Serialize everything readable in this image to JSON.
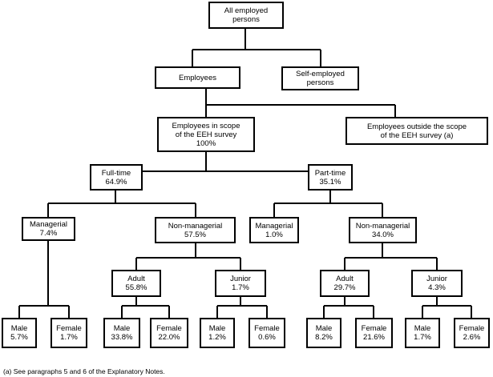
{
  "nodes": {
    "all_employed": "All employed\npersons",
    "employees": "Employees",
    "self_employed": "Self-employed\npersons",
    "in_scope": "Employees in scope\nof the EEH survey\n100%",
    "outside_scope": "Employees outside the scope\nof the EEH survey (a)",
    "full_time": "Full-time\n64.9%",
    "part_time": "Part-time\n35.1%",
    "ft_managerial": "Managerial\n7.4%",
    "ft_nonmanagerial": "Non-managerial\n57.5%",
    "pt_managerial": "Managerial\n1.0%",
    "pt_nonmanagerial": "Non-managerial\n34.0%",
    "ft_adult": "Adult\n55.8%",
    "ft_junior": "Junior\n1.7%",
    "pt_adult": "Adult\n29.7%",
    "pt_junior": "Junior\n4.3%",
    "ftm_male": "Male\n5.7%",
    "ftm_female": "Female\n1.7%",
    "fta_male": "Male\n33.8%",
    "fta_female": "Female\n22.0%",
    "ftj_male": "Male\n1.2%",
    "ftj_female": "Female\n0.6%",
    "pta_male": "Male\n8.2%",
    "pta_female": "Female\n21.6%",
    "ptj_male": "Male\n1.7%",
    "ptj_female": "Female\n2.6%"
  },
  "footnote": "(a) See paragraphs 5 and 6 of the Explanatory Notes."
}
